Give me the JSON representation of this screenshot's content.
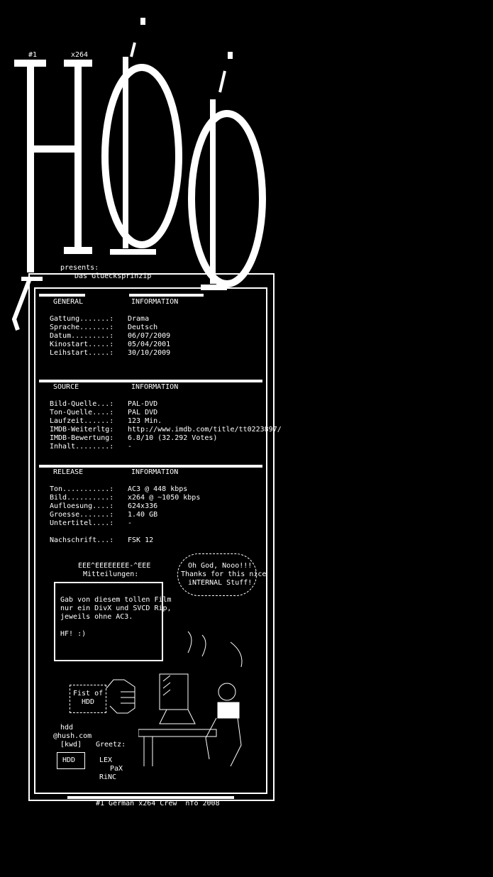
{
  "top": {
    "rank": "#1",
    "codec": "x264"
  },
  "presents": "presents:",
  "movie_title": "Das Gluecksprinzip",
  "general": {
    "header_left": "GENERAL",
    "header_right": "INFORMATION",
    "rows": [
      {
        "k": "Gattung.......:",
        "v": "Drama"
      },
      {
        "k": "Sprache.......:",
        "v": "Deutsch"
      },
      {
        "k": "Datum.........:",
        "v": "06/07/2009"
      },
      {
        "k": "Kinostart.....:",
        "v": "05/04/2001"
      },
      {
        "k": "Leihstart.....:",
        "v": "30/10/2009"
      }
    ]
  },
  "source": {
    "header_left": "SOURCE",
    "header_right": "INFORMATION",
    "rows": [
      {
        "k": "Bild-Quelle...:",
        "v": "PAL-DVD"
      },
      {
        "k": "Ton-Quelle....:",
        "v": "PAL DVD"
      },
      {
        "k": "Laufzeit......:",
        "v": "123 Min."
      },
      {
        "k": "IMDB-Weiterltg:",
        "v": "http://www.imdb.com/title/tt0223897/"
      },
      {
        "k": "IMDB-Bewertung:",
        "v": "6.8/10 (32.292 Votes)"
      },
      {
        "k": "Inhalt........:",
        "v": "-"
      }
    ]
  },
  "release": {
    "header_left": "RELEASE",
    "header_right": "INFORMATION",
    "rows": [
      {
        "k": "Ton...........:",
        "v": "AC3 @ 448 kbps"
      },
      {
        "k": "Bild..........:",
        "v": "x264 @ ~1050 kbps"
      },
      {
        "k": "Aufloesung....:",
        "v": "624x336"
      },
      {
        "k": "Groesse.......:",
        "v": "1.40 GB"
      },
      {
        "k": "Untertitel....:",
        "v": "-"
      },
      {
        "k": "Nachschrift...:",
        "v": "FSK 12"
      }
    ]
  },
  "mitteilungen": {
    "deco": "EEE^EEEEEEEE-^EEE",
    "title": "Mitteilungen:",
    "lines": [
      "Gab von diesem tollen Film",
      "nur ein DivX und SVCD Rip,",
      "jeweils ohne AC3.",
      "",
      "HF! :)"
    ]
  },
  "speech": {
    "lines": [
      "Oh God, Nooo!!!",
      "Thanks for this nice",
      "iNTERNAL Stuff!"
    ]
  },
  "fist": {
    "lines": [
      "Fist of",
      "HDD"
    ]
  },
  "contact": {
    "lines": [
      "hdd",
      "@hush.com"
    ],
    "kwd": "[kwd]"
  },
  "greetz": {
    "label": "Greetz:",
    "names": [
      "LEX",
      "PaX",
      "RiNC"
    ],
    "box": "HDD"
  },
  "footer": "#1 German x264 Crew  nfo 2008"
}
